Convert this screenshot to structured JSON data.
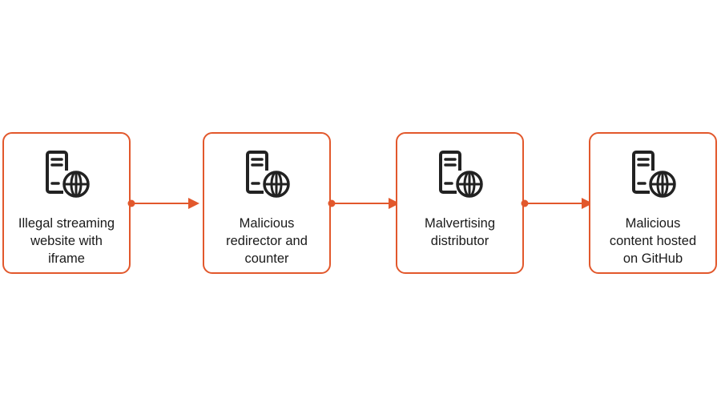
{
  "diagram": {
    "accent_color": "#e2582c",
    "icon": "server-globe-icon",
    "nodes": [
      {
        "label": "Illegal streaming\nwebsite with\niframe"
      },
      {
        "label": "Malicious\nredirector and\ncounter"
      },
      {
        "label": "Malvertising\ndistributor"
      },
      {
        "label": "Malicious\ncontent hosted\non GitHub"
      }
    ]
  }
}
